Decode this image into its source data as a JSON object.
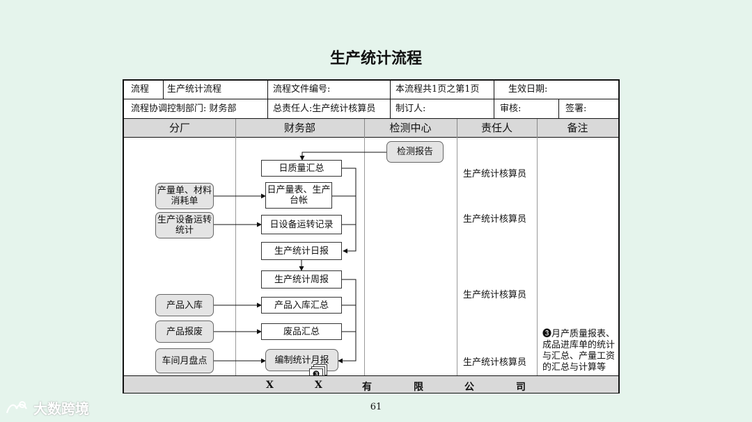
{
  "title": "生产统计流程",
  "header": {
    "row1": {
      "label_process": "流程",
      "process_name": "生产统计流程",
      "file_no": "流程文件编号:",
      "page_info": "本流程共1页之第1页",
      "effective_date": "生效日期:"
    },
    "row2": {
      "coord_dept": "流程协调控制部门:  财务部",
      "owner": "总责任人:生产统计核算员",
      "author": "制订人:",
      "review": "审核:",
      "sign": "签署:"
    }
  },
  "columns": [
    "分厂",
    "财务部",
    "检测中心",
    "责任人",
    "备注"
  ],
  "factory_boxes": [
    "产量单、材料消耗单",
    "生产设备运转统计",
    "产品入库",
    "产品报废",
    "车间月盘点"
  ],
  "finance_boxes": [
    "日质量汇总",
    "日产量表、生产台帐",
    "日设备运转记录",
    "生产统计日报",
    "生产统计周报",
    "产品入库汇总",
    "废品汇总",
    "编制统计月报"
  ],
  "check_box": "检测报告",
  "responsible": [
    "生产统计核算员",
    "生产统计核算员",
    "生产统计核算员",
    "生产统计核算员"
  ],
  "note_marker": "❸",
  "note": "❸月产质量报表、成品进库单的统计与汇总、产量工资的汇总与计算等",
  "footer": [
    "X",
    "X",
    "有",
    "限",
    "公",
    "司"
  ],
  "page_number": "61",
  "watermark": "大数跨境"
}
